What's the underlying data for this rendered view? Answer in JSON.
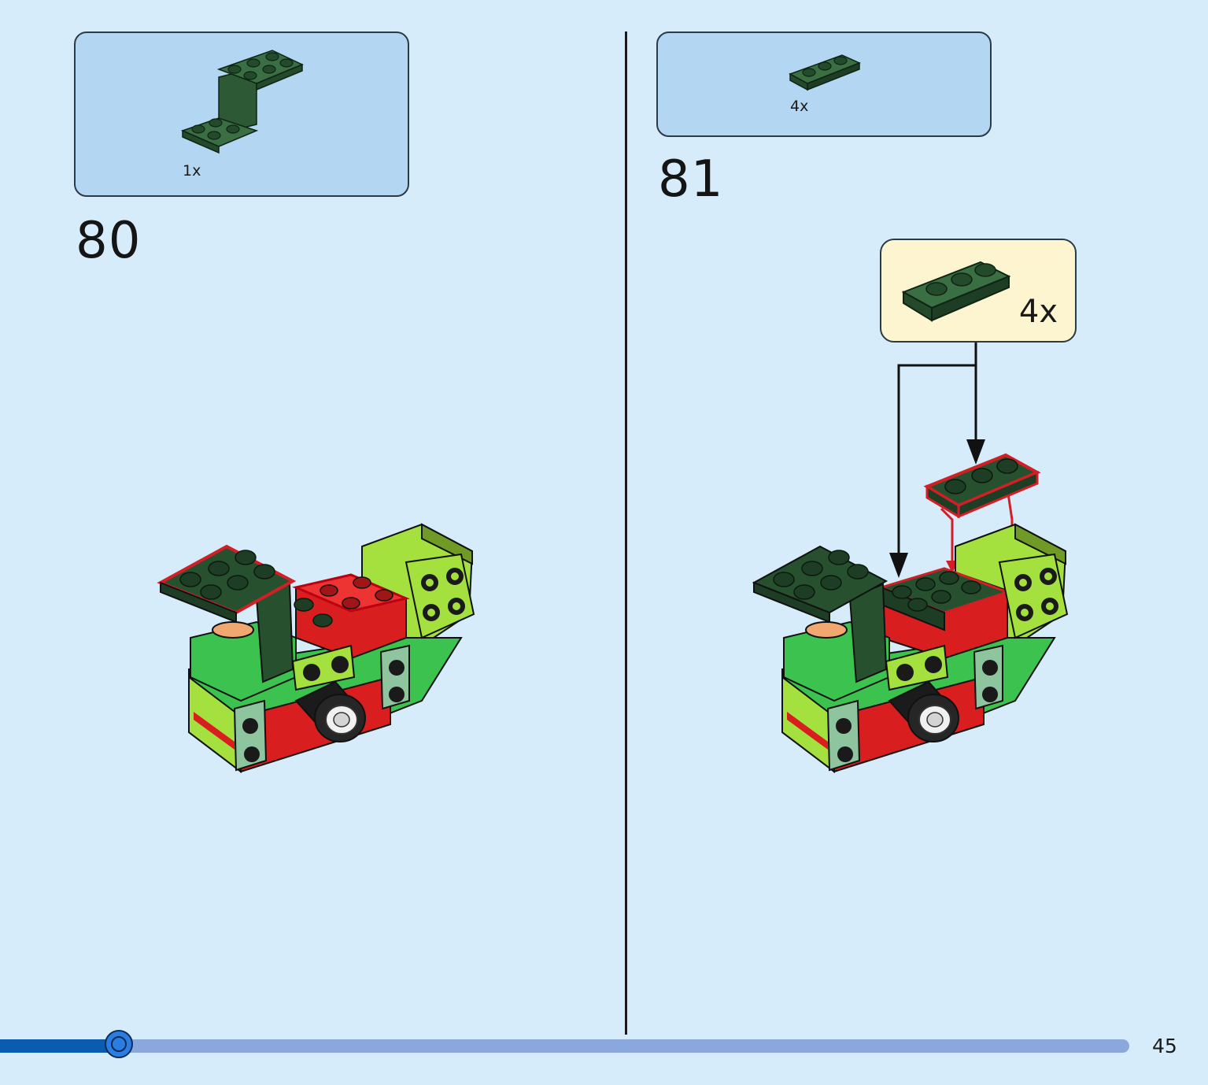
{
  "steps": [
    {
      "number": "80",
      "parts": [
        {
          "qty": "1x",
          "icon": "dark-green-bracket-icon"
        }
      ]
    },
    {
      "number": "81",
      "parts": [
        {
          "qty": "4x",
          "icon": "dark-green-plate-1x3-icon"
        }
      ],
      "callout": {
        "qty": "4x",
        "icon": "dark-green-plate-1x3-icon"
      }
    }
  ],
  "colors": {
    "background": "#d7ecfb",
    "parts_box": "#b3d6f3",
    "callout_box": "#fdf5cf",
    "dark_green": "#27502f",
    "bright_green": "#3cc24f",
    "lime": "#a4e03e",
    "red": "#d81e1e",
    "highlight_outline": "#d21f26",
    "progress_fill": "#0b5cb0",
    "progress_track": "#8aa8dc"
  },
  "progress": {
    "fraction": 0.105
  },
  "page_number": "45"
}
